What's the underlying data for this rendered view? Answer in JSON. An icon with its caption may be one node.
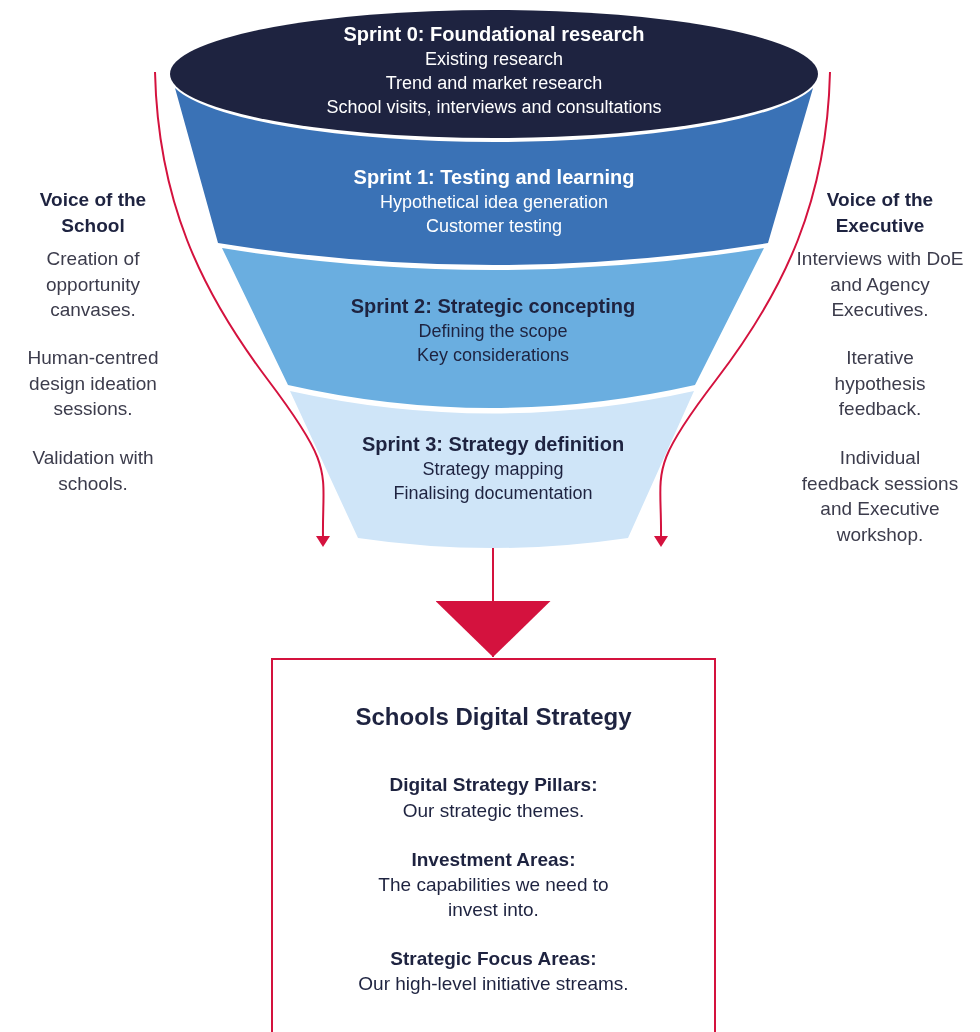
{
  "diagram": {
    "nodes": [
      {
        "text": [
          "Sprint 0: Foundational research",
          "Existing research",
          "Trend and market research",
          "School visits, interviews and consultations"
        ]
      },
      {
        "text": [
          "Sprint 1: Testing and learning",
          "Hypothetical idea generation",
          "Customer testing"
        ]
      },
      {
        "text": [
          "Sprint 2: Strategic concepting",
          "Defining the scope",
          "Key considerations"
        ]
      },
      {
        "text": [
          "Sprint 3: Strategy definition",
          "Strategy mapping",
          "Finalising documentation"
        ]
      },
      {
        "text": [
          "Schools Digital Strategy",
          "Digital Strategy Pillars:",
          "Our strategic themes.",
          "Investment Areas:",
          "The capabilities we need to invest into.",
          "Strategic Focus Areas:",
          "Our high-level initiative streams."
        ]
      }
    ],
    "edges": [
      {
        "from": 3,
        "to": 4,
        "arrow": "to"
      }
    ],
    "labels": [
      "Voice of the School",
      "Creation of opportunity canvases.",
      "Human-centred design ideation sessions.",
      "Validation with schools.",
      "Voice of the Executive",
      "Interviews with DoE and Agency Executives.",
      "Iterative hypothesis feedback.",
      "Individual feedback sessions and Executive workshop."
    ]
  }
}
